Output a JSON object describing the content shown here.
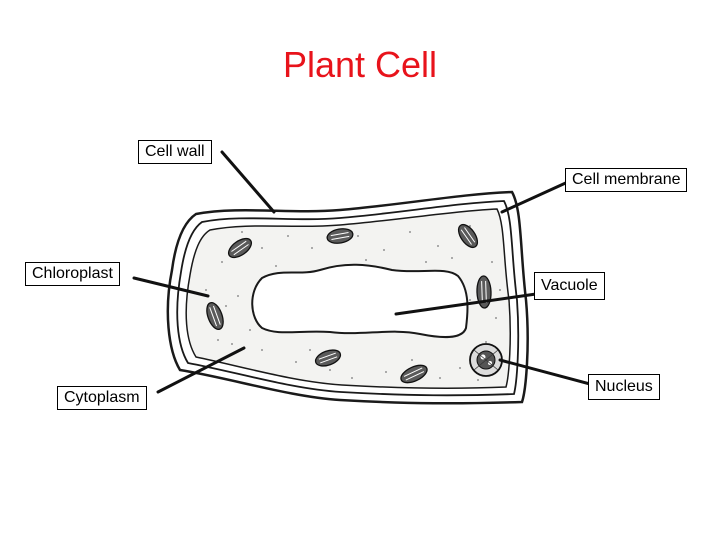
{
  "title": "Plant Cell",
  "labels": {
    "cell_wall": "Cell wall",
    "cell_membrane": "Cell membrane",
    "chloroplast": "Chloroplast",
    "vacuole": "Vacuole",
    "cytoplasm": "Cytoplasm",
    "nucleus": "Nucleus"
  },
  "colors": {
    "title": "#e8131b",
    "outline": "#1a1a1a",
    "cytoplasm": "#f3f3f1",
    "chloroplast": "#5a5a5a"
  }
}
